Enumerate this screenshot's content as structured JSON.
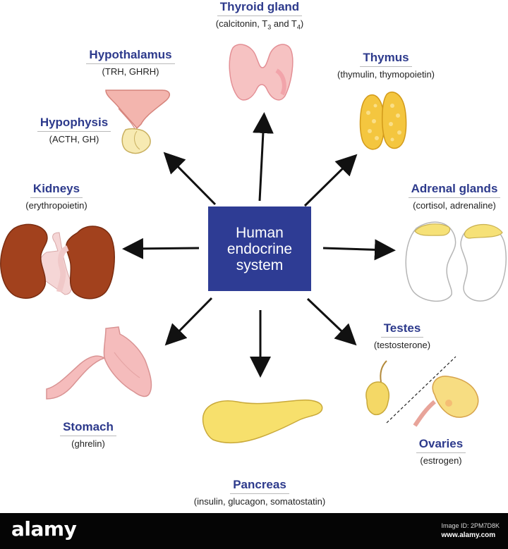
{
  "center": {
    "line1": "Human",
    "line2": "endocrine",
    "line3": "system"
  },
  "glands": {
    "thyroid": {
      "name": "Thyroid gland",
      "hormone_pre": "(calcitonin, T",
      "sub1": "3",
      "hormone_mid": " and T",
      "sub2": "4",
      "hormone_post": ")"
    },
    "hypothalamus": {
      "name": "Hypothalamus",
      "hormone": "(TRH, GHRH)"
    },
    "thymus": {
      "name": "Thymus",
      "hormone": "(thymulin, thymopoietin)"
    },
    "hypophysis": {
      "name": "Hypophysis",
      "hormone": "(ACTH, GH)"
    },
    "kidneys": {
      "name": "Kidneys",
      "hormone": "(erythropoietin)"
    },
    "adrenal": {
      "name": "Adrenal glands",
      "hormone": "(cortisol, adrenaline)"
    },
    "testes": {
      "name": "Testes",
      "hormone": "(testosterone)"
    },
    "ovaries": {
      "name": "Ovaries",
      "hormone": "(estrogen)"
    },
    "stomach": {
      "name": "Stomach",
      "hormone": "(ghrelin)"
    },
    "pancreas": {
      "name": "Pancreas",
      "hormone": "(insulin, glucagon, somatostatin)"
    }
  },
  "footer": {
    "logo": "alamy",
    "image_id": "Image ID: 2PM7D8K",
    "site": "www.alamy.com"
  },
  "colors": {
    "center_box": "#2e3c94",
    "label_text": "#2d3a8c",
    "arrow": "#111111",
    "kidney": "#9a3a1c",
    "thymus": "#f2c23a",
    "pancreas": "#f7df6a",
    "thyroid": "#f6b8b8",
    "stomach": "#f4b4b4"
  }
}
